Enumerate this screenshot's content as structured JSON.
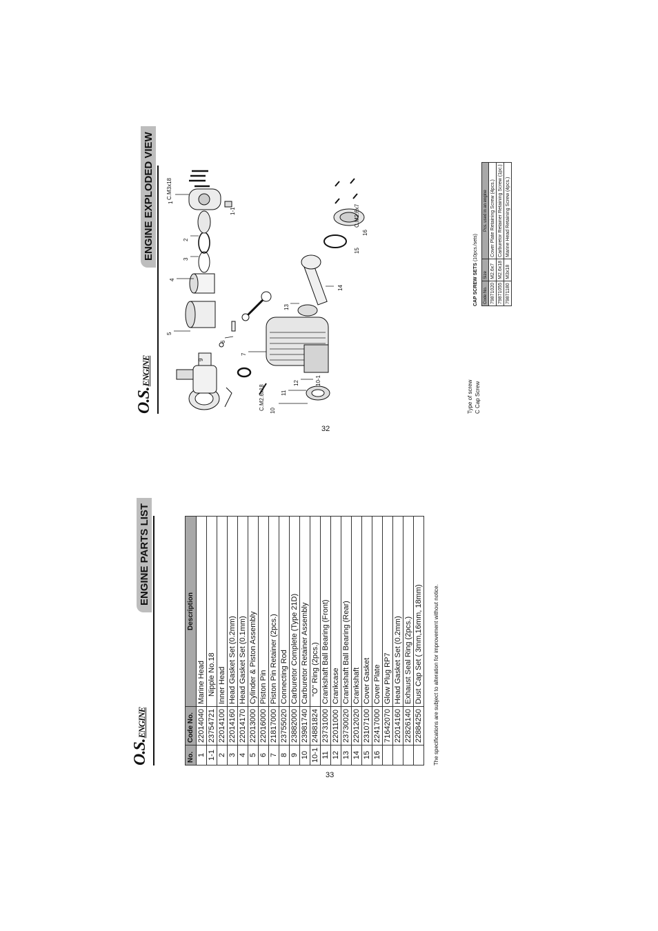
{
  "brand": {
    "logo_main": "O.S.",
    "logo_sub": "ENGINE"
  },
  "parts_page": {
    "title": "ENGINE PARTS LIST",
    "page_number": "33",
    "columns": [
      "No.",
      "Code No.",
      "Description"
    ],
    "rows": [
      {
        "no": "1",
        "code": "22014040",
        "desc": "Marine Head"
      },
      {
        "no": "1-1",
        "code": "23754721",
        "desc": "Nipple No.18"
      },
      {
        "no": "2",
        "code": "22014100",
        "desc": "Inner Head"
      },
      {
        "no": "3",
        "code": "22014160",
        "desc": "Head Gasket Set (0.2mm)"
      },
      {
        "no": "4",
        "code": "22014170",
        "desc": "Head Gasket Set (0.1mm)"
      },
      {
        "no": "5",
        "code": "22013000",
        "desc": "Cylinder & Piston Assembly"
      },
      {
        "no": "6",
        "code": "22016000",
        "desc": "Piston Pin"
      },
      {
        "no": "7",
        "code": "21817000",
        "desc": "Piston Pin Retainer (2pcs.)"
      },
      {
        "no": "8",
        "code": "23755020",
        "desc": "Connecting Rod"
      },
      {
        "no": "9",
        "code": "23882000",
        "desc": "Carburetor Complete (Type 21D)"
      },
      {
        "no": "10",
        "code": "23981740",
        "desc": "Carburetor Retainer Assembly"
      },
      {
        "no": "10-1",
        "code": "24881824",
        "desc": "\"O\" Ring (2pcs.)"
      },
      {
        "no": "11",
        "code": "23731000",
        "desc": "Crankshaft Ball Bearing (Front)"
      },
      {
        "no": "12",
        "code": "22011000",
        "desc": "Crankcase"
      },
      {
        "no": "13",
        "code": "23730020",
        "desc": "Crankshaft Ball Bearing (Rear)"
      },
      {
        "no": "14",
        "code": "22012020",
        "desc": "Crankshaft"
      },
      {
        "no": "15",
        "code": "23107100",
        "desc": "Cover Gasket"
      },
      {
        "no": "16",
        "code": "22417000",
        "desc": "Cover Plate"
      },
      {
        "no": "",
        "code": "71642070",
        "desc": "Glow Plug RP7"
      },
      {
        "no": "",
        "code": "22014160",
        "desc": "Head Gasket  Set (0.2mm)"
      },
      {
        "no": "",
        "code": "22826140",
        "desc": "Exhaust Seal Ring (2pcs.)"
      },
      {
        "no": "",
        "code": "22884250",
        "desc": "Dust Cap Set ( 3mm,16mm, 18mm)"
      }
    ],
    "notice": "The specifications are subject to alteration for improvement without notice."
  },
  "view_page": {
    "title": "ENGINE EXPLODED VIEW",
    "page_number": "32",
    "labels": {
      "cm3x18": "C.M3x18",
      "cm26x7": "C.M2.6x7",
      "cm26x18": "C.M2.6x18",
      "n1": "1",
      "n1_1": "1-1",
      "n2": "2",
      "n3": "3",
      "n4": "4",
      "n5": "5",
      "n6": "6",
      "n7": "7",
      "n8": "8",
      "n9": "9",
      "n10": "10",
      "n10_1": "10-1",
      "n11": "11",
      "n12": "12",
      "n13": "13",
      "n14": "14",
      "n15": "15",
      "n16": "16"
    },
    "screw_type": {
      "line1": "Type of screw",
      "line2": "C    Cap Screw"
    },
    "cap_screw_sets": {
      "title": "CAP SCREW SETS",
      "qty": "(10pcs./sets)",
      "columns": [
        "Code No.",
        "Size",
        "Pcs. used in an engine"
      ],
      "rows": [
        {
          "code": "79871020",
          "size": "M2.6x7",
          "use": "Cover Plate Retaining Screw (4pcs.)"
        },
        {
          "code": "79871055",
          "size": "M2.6x18",
          "use": "Carburetor Retainer Retaining Screw (1pc.)"
        },
        {
          "code": "79871180",
          "size": "M3x18",
          "use": "Marine Head Retaining Screw (4pcs.)"
        }
      ]
    }
  }
}
